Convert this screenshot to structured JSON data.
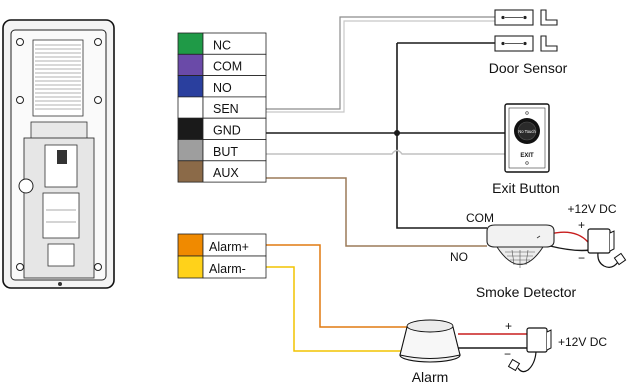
{
  "terminal_block_1": [
    {
      "label": "NC",
      "color": "#1f9a47"
    },
    {
      "label": "COM",
      "color": "#6a4aa8"
    },
    {
      "label": "NO",
      "color": "#2a3f9e"
    },
    {
      "label": "SEN",
      "color": "#ffffff"
    },
    {
      "label": "GND",
      "color": "#1a1a1a"
    },
    {
      "label": "BUT",
      "color": "#9e9e9e"
    },
    {
      "label": "AUX",
      "color": "#8b6a48"
    }
  ],
  "terminal_block_2": [
    {
      "label": "Alarm+",
      "color": "#f08a00"
    },
    {
      "label": "Alarm-",
      "color": "#ffd21a"
    }
  ],
  "devices": {
    "door_sensor": "Door Sensor",
    "exit_button": "Exit Button",
    "exit_button_face_top": "No Touch",
    "exit_button_face_bottom": "EXIT",
    "smoke_detector": "Smoke Detector",
    "alarm": "Alarm"
  },
  "annotations": {
    "com": "COM",
    "no": "NO",
    "psu_1": "+12V DC",
    "psu_2": "+12V DC",
    "plus_1": "+",
    "minus_1": "−",
    "plus_2": "+",
    "minus_2": "−"
  },
  "wire_colors": {
    "gnd": "#1a1a1a",
    "sen": "#b8b8b8",
    "but": "#c8c8c8",
    "aux": "#9b7a58",
    "alarm_plus": "#e07a10",
    "alarm_minus": "#f2c400",
    "positive": "#c81e1e"
  }
}
